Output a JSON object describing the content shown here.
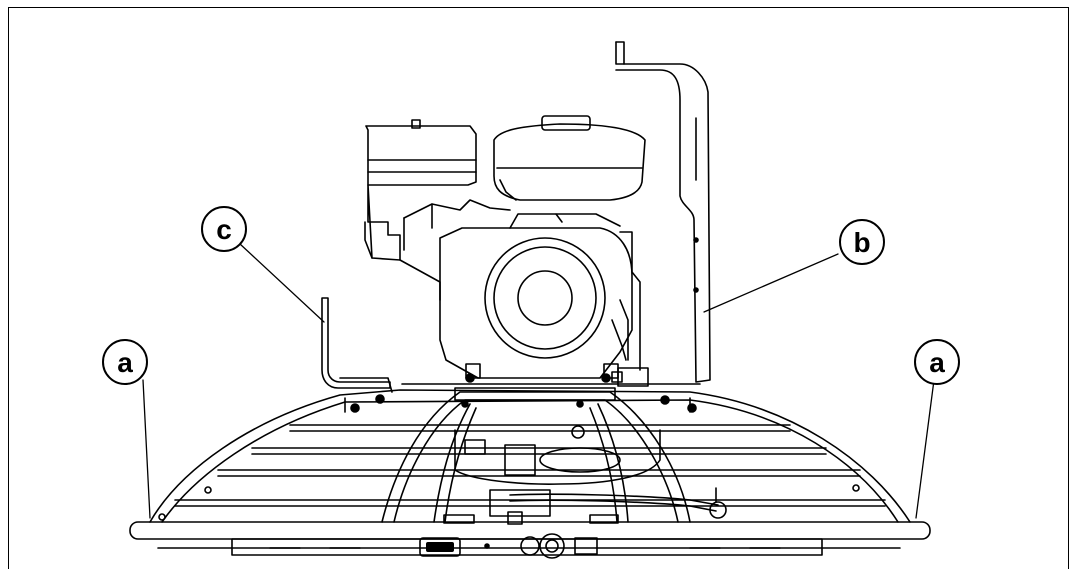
{
  "callouts": {
    "a_left": "a",
    "a_right": "a",
    "b": "b",
    "c": "c"
  },
  "colors": {
    "line": "#000000",
    "background": "#ffffff"
  }
}
